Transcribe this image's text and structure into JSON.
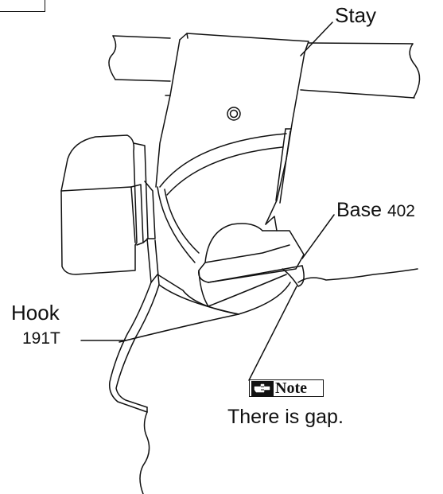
{
  "labels": {
    "stay": "Stay",
    "base": "Base",
    "base_num": "402",
    "hook": "Hook",
    "hook_num": "191T",
    "note": "Note",
    "gap": "There is gap."
  },
  "colors": {
    "line": "#111111",
    "background": "#ffffff"
  },
  "icons": {
    "note": "pointing-hand-icon"
  }
}
